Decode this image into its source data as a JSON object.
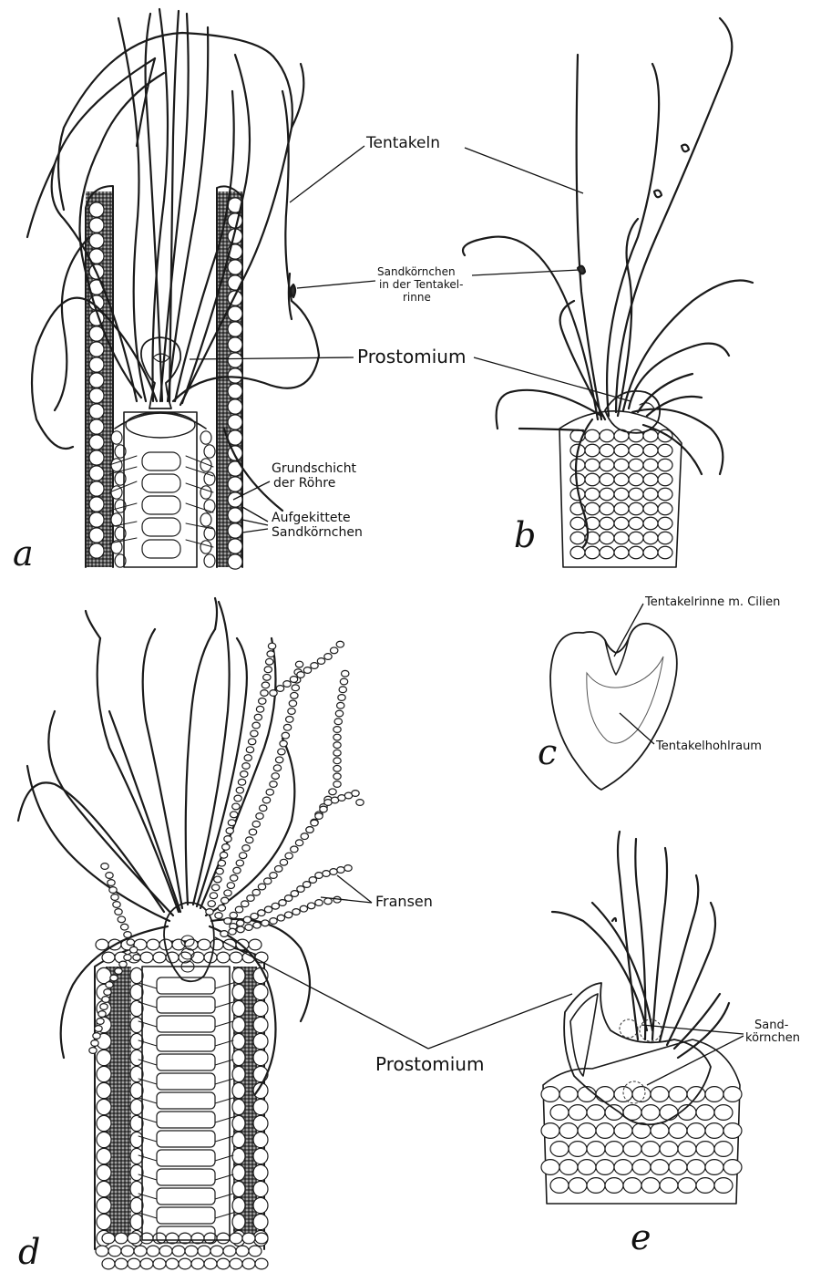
{
  "panels": {
    "a": {
      "letter": "a",
      "labels": {
        "tentakeln": "Tentakeln",
        "sandkoernchen_rinne": [
          "Sandkörnchen",
          "in der Tentakel-",
          "rinne"
        ],
        "prostomium": "Prostomium",
        "grundschicht": [
          "Grundschicht",
          "der Röhre"
        ],
        "aufgekittete": [
          "Aufgekittete",
          "Sandkörnchen"
        ]
      }
    },
    "b": {
      "letter": "b"
    },
    "c": {
      "letter": "c",
      "labels": {
        "tentakelrinne": "Tentakelrinne m. Cilien",
        "tentakelhohlraum": "Tentakelhohlraum"
      }
    },
    "d": {
      "letter": "d",
      "labels": {
        "fransen": "Fransen",
        "prostomium": "Prostomium"
      }
    },
    "e": {
      "letter": "e",
      "labels": {
        "sandkoernchen": [
          "Sand-",
          "körnchen"
        ]
      }
    }
  },
  "colors": {
    "ink": "#1a1a1a",
    "paper": "#ffffff",
    "stipple": "#3a3a3a"
  }
}
